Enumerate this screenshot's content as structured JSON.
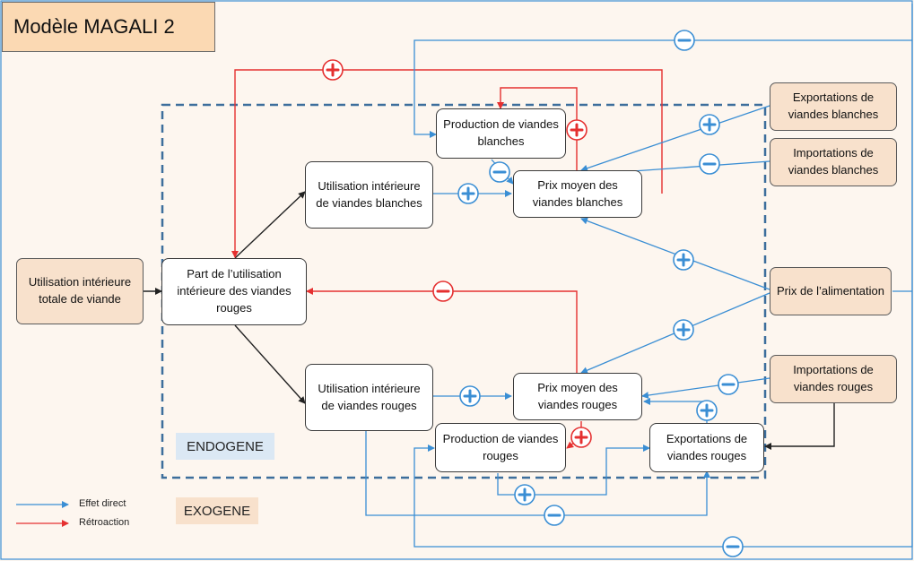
{
  "title": "Modèle MAGALI 2",
  "zones": {
    "endogene": "ENDOGENE",
    "exogene": "EXOGENE"
  },
  "colors": {
    "direct": "#3a8ed4",
    "feedback": "#e53030",
    "border": "#3d6e9c",
    "signs": "#3a8ed4"
  },
  "boxes": {
    "utilisation_totale": "Utilisation intérieure totale de viande",
    "part_rouges": "Part de l’utilisation intérieure des viandes rouges",
    "util_blanches": "Utilisation intérieure de viandes blanches",
    "util_rouges": "Utilisation intérieure de viandes rouges",
    "prod_blanches": "Production de viandes blanches",
    "prix_blanches": "Prix moyen des viandes blanches",
    "prix_rouges": "Prix moyen des viandes rouges",
    "prod_rouges": "Production de viandes rouges",
    "export_rouges": "Exportations de viandes rouges",
    "export_blanches": "Exportations de viandes blanches",
    "import_blanches": "Importations de viandes blanches",
    "prix_alim": "Prix de l’alimentation",
    "import_rouges": "Importations de viandes rouges"
  },
  "legend": {
    "direct": "Effet direct",
    "feedback": "Rétroaction"
  }
}
